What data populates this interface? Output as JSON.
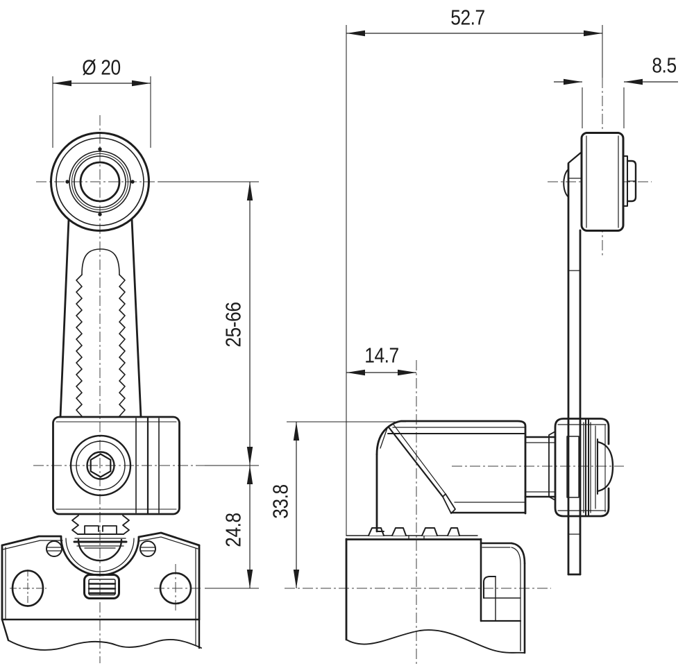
{
  "colors": {
    "background": "#ffffff",
    "line": "#1d1d1d"
  },
  "dimensions": {
    "roller_diameter": "Ø 20",
    "overall_width": "52.7",
    "roller_width": "8.5",
    "adjustment_range": "25-66",
    "head_offset": "14.7",
    "head_height": "33.8",
    "pivot_to_mount": "24.8"
  }
}
